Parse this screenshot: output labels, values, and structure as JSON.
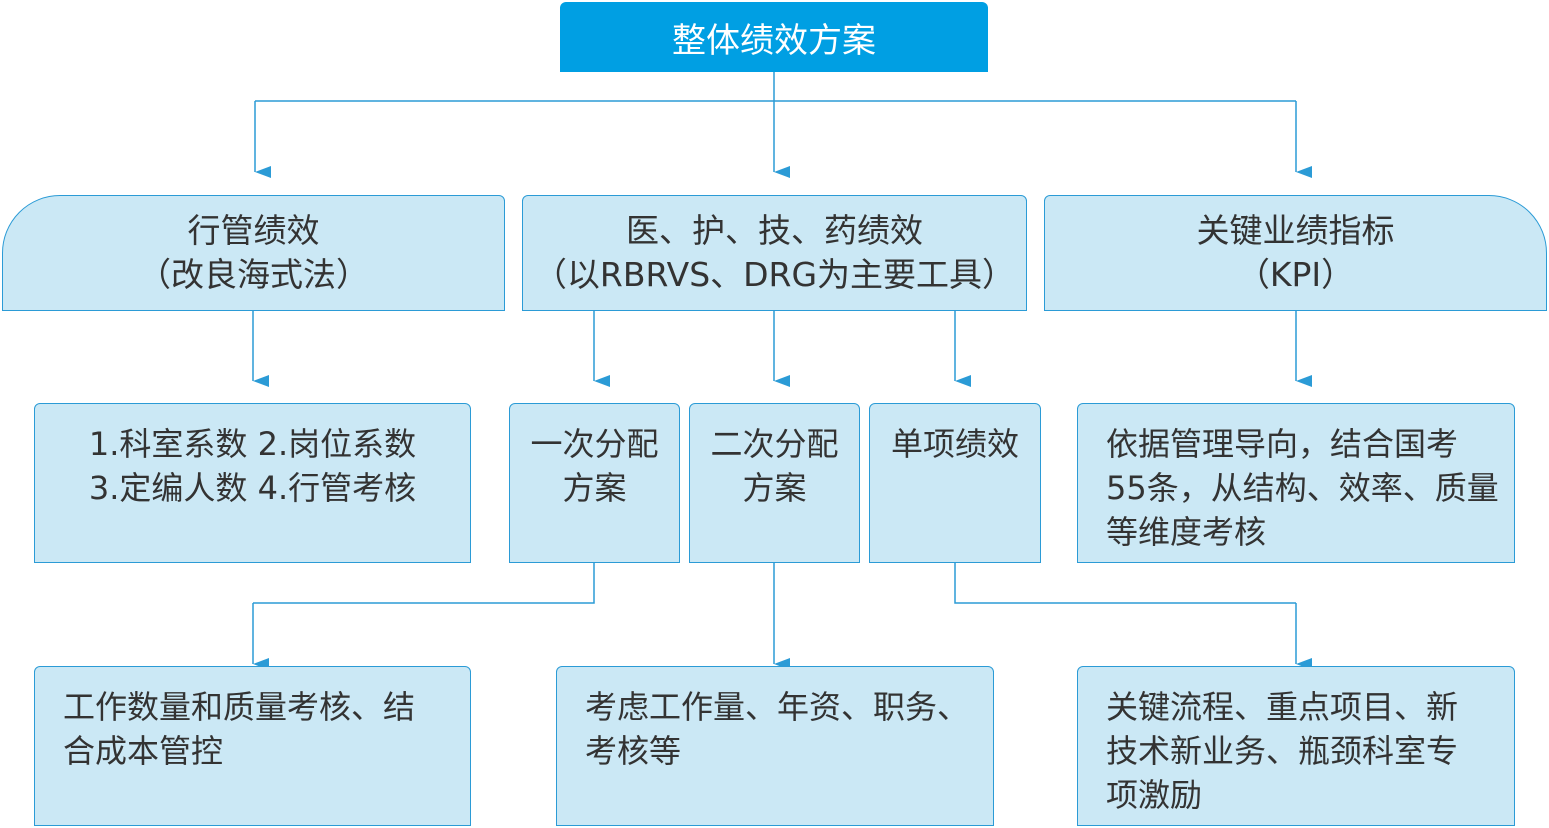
{
  "title": "整体绩效方案",
  "branches": {
    "admin": {
      "line1": "行管绩效",
      "line2": "（改良海式法）"
    },
    "medical": {
      "line1": "医、护、技、药绩效",
      "line2": "（以RBRVS、DRG为主要工具）"
    },
    "kpi": {
      "line1": "关键业绩指标",
      "line2": "（KPI）"
    }
  },
  "level3": {
    "admin_factors": {
      "line1": "1.科室系数  2.岗位系数",
      "line2": "3.定编人数  4.行管考核"
    },
    "first_distribution": {
      "line1": "一次分配",
      "line2": "方案"
    },
    "second_distribution": {
      "line1": "二次分配",
      "line2": "方案"
    },
    "single_item": {
      "line1": "单项绩效"
    },
    "kpi_basis": {
      "line1": "依据管理导向，结合国考",
      "line2": "55条，从结构、效率、质量",
      "line3": "等维度考核"
    }
  },
  "level4": {
    "workload": {
      "line1": "工作数量和质量考核、结",
      "line2": "合成本管控"
    },
    "factors": {
      "line1": "考虑工作量、年资、职务、",
      "line2": "考核等"
    },
    "key_process": {
      "line1": "关键流程、重点项目、新",
      "line2": "技术新业务、瓶颈科室专",
      "line3": "项激励"
    }
  },
  "colors": {
    "title_bg": "#009fe3",
    "box_fill": "#cbe8f5",
    "box_border": "#2b9bd6",
    "connector": "#2b9bd6",
    "text": "#333333"
  }
}
